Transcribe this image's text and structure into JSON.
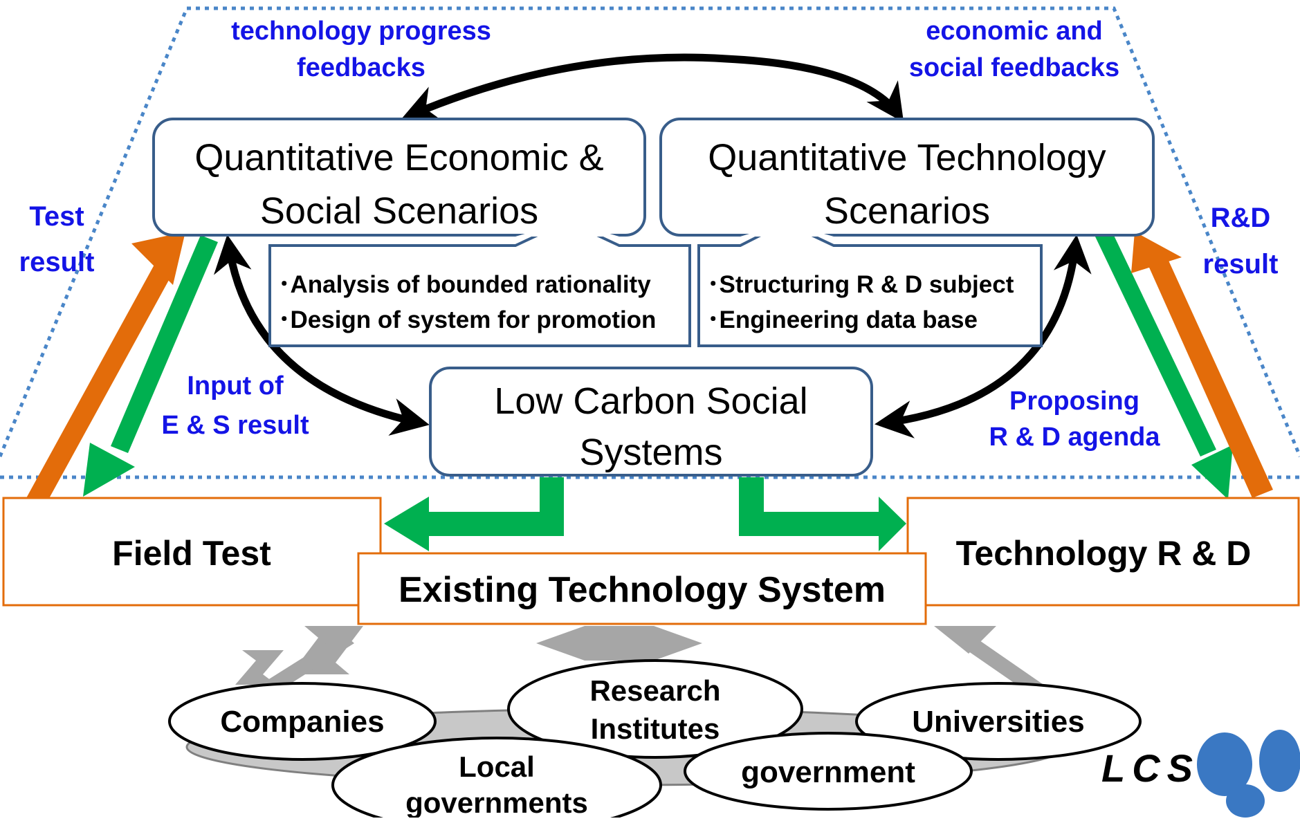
{
  "feedback": {
    "tech_progress": [
      "technology progress",
      "feedbacks"
    ],
    "econ_social": [
      "economic and",
      "social feedbacks"
    ]
  },
  "side_labels": {
    "test_result": [
      "Test",
      "result"
    ],
    "rd_result": [
      "R&D",
      "result"
    ],
    "input_es": [
      "Input of",
      "E & S result"
    ],
    "proposing_rd": [
      "Proposing",
      "R & D agenda"
    ]
  },
  "boxes": {
    "econ_social": [
      "Quantitative Economic &",
      "Social Scenarios"
    ],
    "technology": [
      "Quantitative Technology",
      "Scenarios"
    ],
    "lcs": [
      "Low Carbon Social",
      "Systems"
    ],
    "field_test": "Field Test",
    "tech_rd": "Technology R & D",
    "existing": "Existing Technology System"
  },
  "callouts": {
    "econ": [
      "･Analysis of  bounded rationality",
      "･Design of system for promotion"
    ],
    "tech": [
      "･Structuring  R & D subject",
      "･Engineering data base"
    ]
  },
  "stakeholders": {
    "companies": "Companies",
    "research": [
      "Research",
      "Institutes"
    ],
    "universities": "Universities",
    "local": [
      "Local",
      "governments"
    ],
    "government": "government"
  },
  "logo": {
    "text": "LCS",
    "color": "#3a78c3"
  },
  "colors": {
    "orange": "#e36c0a",
    "green": "#00b050",
    "dotted": "#4a86c8",
    "box_border": "#385d8a",
    "label_blue": "#1414e6",
    "gray": "#a6a6a6"
  }
}
